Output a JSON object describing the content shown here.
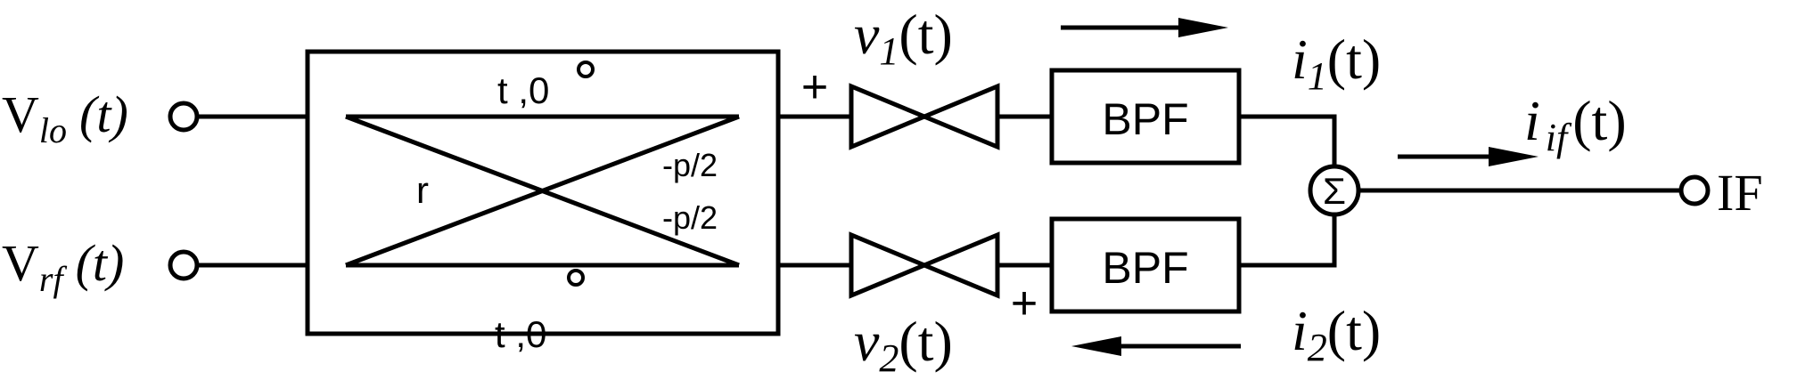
{
  "ports": {
    "lo": {
      "main": "V",
      "sub": "lo",
      "arg": "(t)"
    },
    "rf": {
      "main": "V",
      "sub": "rf",
      "arg": "(t)"
    },
    "if_out": {
      "label": "IF"
    }
  },
  "coupler": {
    "top_label": "t ,0",
    "bottom_label": "t ,0",
    "center_label": "r",
    "phase_upper": "-p/2",
    "phase_lower": "-p/2"
  },
  "signals": {
    "v1": {
      "main": "v",
      "sub": "1",
      "arg": "(t)"
    },
    "v2": {
      "main": "v",
      "sub": "2",
      "arg": "(t)"
    },
    "i1": {
      "main": "i",
      "sub": "1",
      "arg": "(t)"
    },
    "i2": {
      "main": "i",
      "sub": "2",
      "arg": "(t)"
    },
    "iif": {
      "main": "i",
      "sub": "if",
      "arg": "(t)"
    }
  },
  "polarity": {
    "top": "+",
    "bottom": "+"
  },
  "filters": {
    "top": "BPF",
    "bottom": "BPF"
  },
  "summer": {
    "symbol": "Σ"
  }
}
